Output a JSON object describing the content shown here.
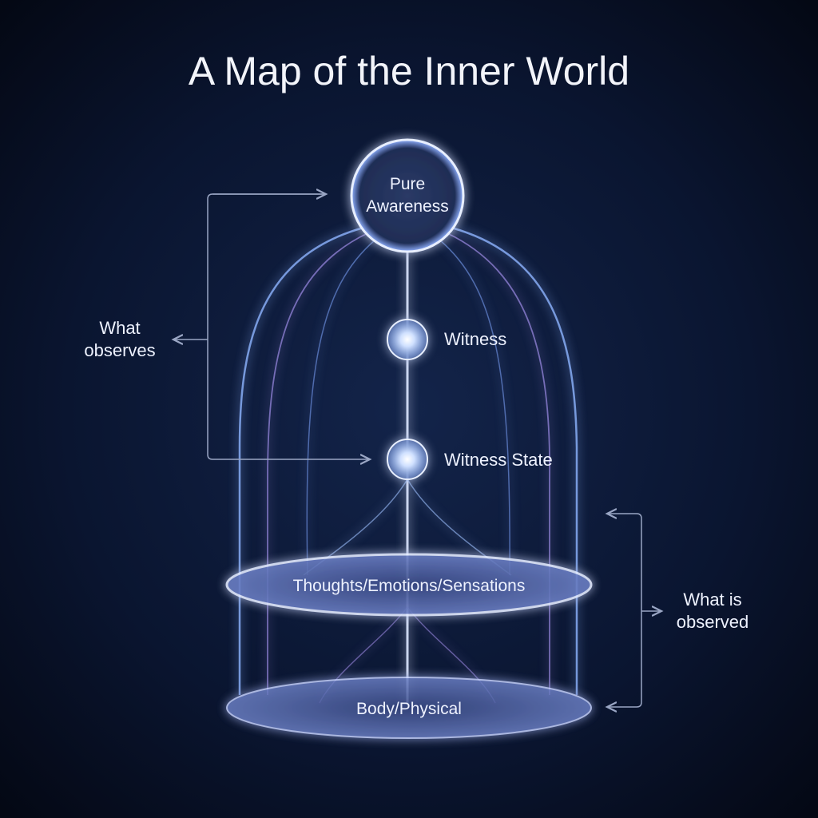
{
  "title": "A Map of the Inner World",
  "nodes": {
    "pure_awareness": [
      "Pure",
      "Awareness"
    ],
    "witness": "Witness",
    "witness_state": "Witness State",
    "thoughts": "Thoughts/Emotions/Sensations",
    "body": "Body/Physical"
  },
  "annotations": {
    "what_observes": [
      "What",
      "observes"
    ],
    "what_is_observed": [
      "What is",
      "observed"
    ]
  },
  "colors": {
    "background": "#060c1c",
    "glow": "#9fc2ff",
    "violet": "#b49cff",
    "text": "#eef2ff"
  }
}
